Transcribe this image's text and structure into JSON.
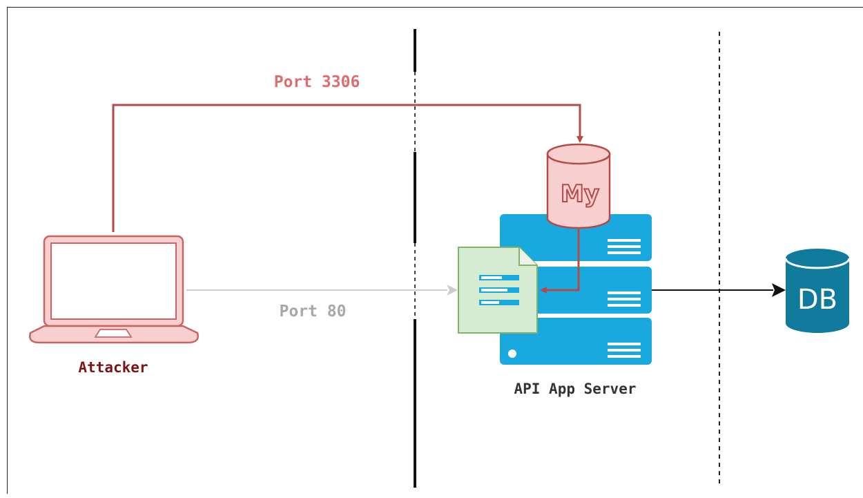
{
  "labels": {
    "port_3306": "Port 3306",
    "port_80": "Port 80",
    "attacker": "Attacker",
    "api_server": "API App Server",
    "db": "DB",
    "mysql_logo": "My"
  },
  "colors": {
    "attack_path": "#b44a47",
    "attacker_label": "#7a1414",
    "port3306_label": "#dd6e6e",
    "port80_label": "#a8a8a8",
    "port80_line": "#cccccc",
    "server": "#1aa9df",
    "database": "#0f7a9c",
    "mysql_fill": "#f8cfcf",
    "laptop_fill": "#f8cfcf",
    "laptop_stroke": "#c86464",
    "doc_fill": "#d6ecd2",
    "doc_stroke": "#82b366"
  },
  "icons": [
    "laptop-icon",
    "mysql-database-icon",
    "server-rack-icon",
    "document-icon",
    "database-icon"
  ]
}
